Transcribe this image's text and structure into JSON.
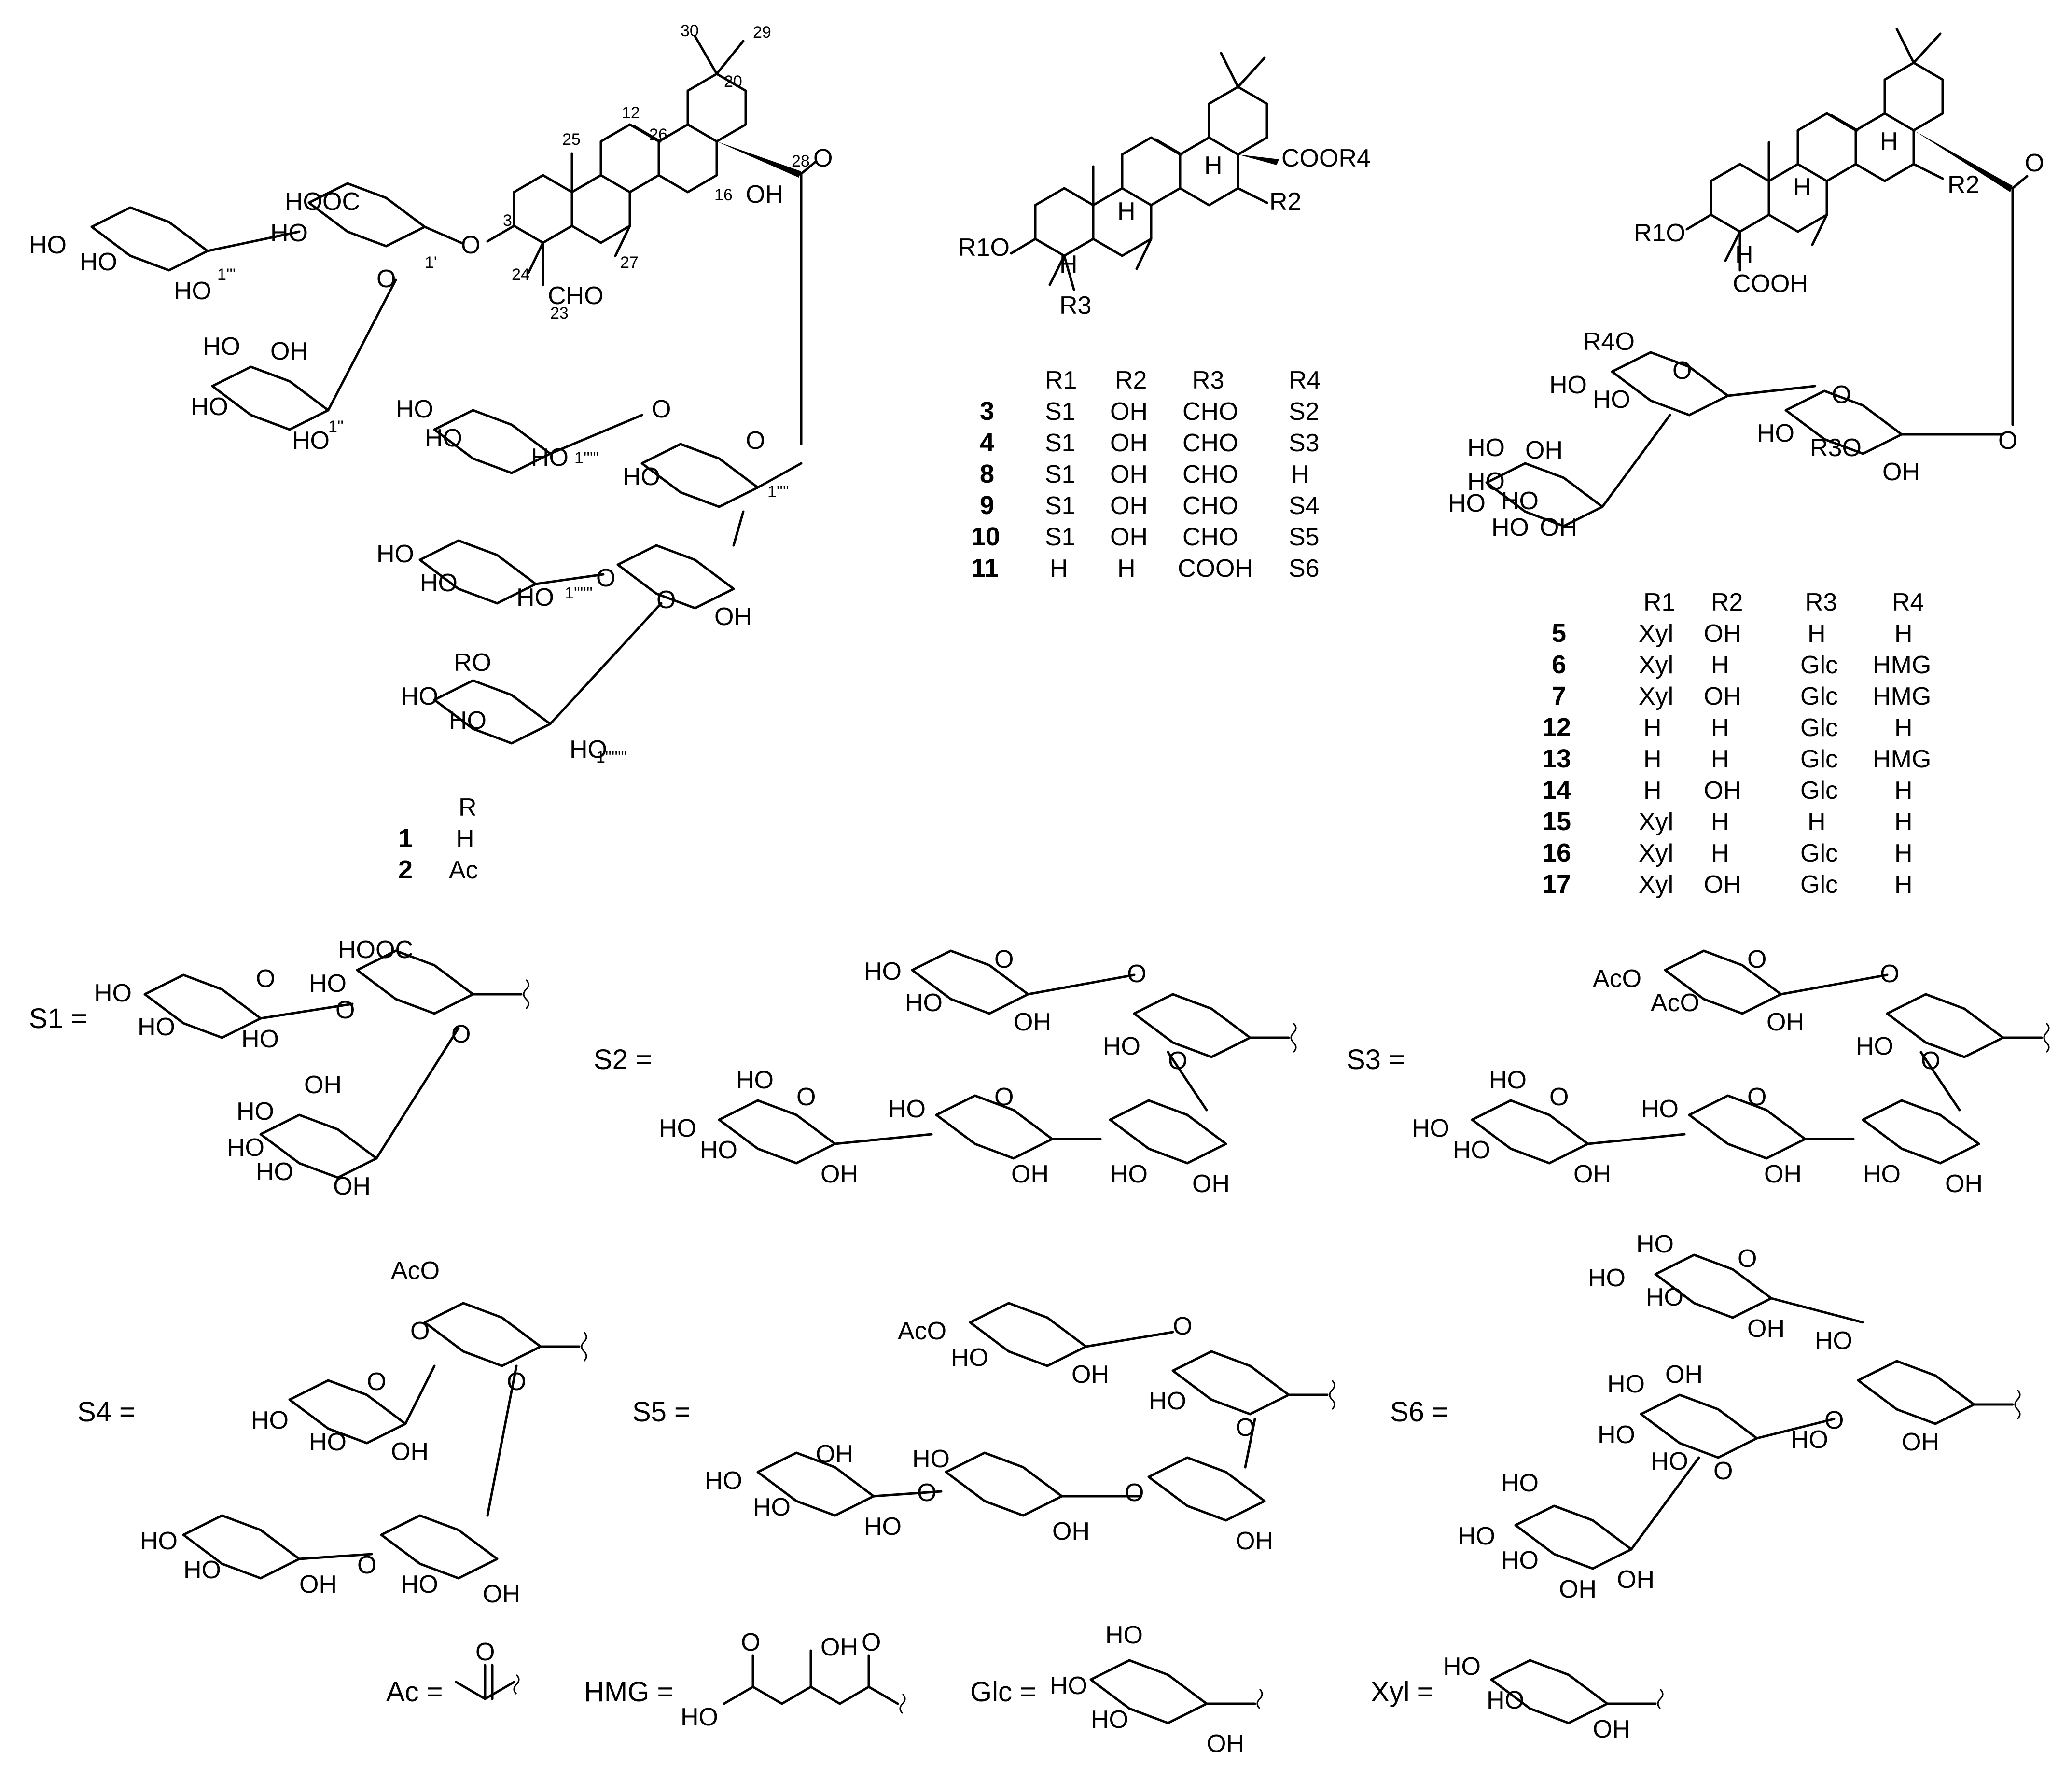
{
  "figure": {
    "compound1": {
      "atom_labels": [
        "HO",
        "HO",
        "HO",
        "HOOC",
        "HO",
        "O",
        "O",
        "HO",
        "OH",
        "HO",
        "HO",
        "CHO",
        "OH",
        "O",
        "HO",
        "HO",
        "HO",
        "HO",
        "O",
        "O",
        "HO",
        "HO",
        "O",
        "HO",
        "OH",
        "RO",
        "HO",
        "HO",
        "HO",
        "O"
      ],
      "positions": [
        "3",
        "12",
        "16",
        "20",
        "23",
        "24",
        "25",
        "26",
        "27",
        "28",
        "29",
        "30",
        "1'",
        "1''",
        "1'''",
        "1''''",
        "1'''''",
        "1''''''",
        "1'''''''"
      ]
    },
    "table_R": {
      "header": [
        "R"
      ],
      "rows": [
        {
          "id": "1",
          "R": "H"
        },
        {
          "id": "2",
          "R": "Ac"
        }
      ]
    },
    "core2": {
      "atom_labels": [
        "COOR4",
        "R2",
        "R1O",
        "R3",
        "H",
        "H",
        "H"
      ]
    },
    "table_mid": {
      "header": [
        "R1",
        "R2",
        "R3",
        "R4"
      ],
      "rows": [
        {
          "id": "3",
          "R1": "S1",
          "R2": "OH",
          "R3": "CHO",
          "R4": "S2"
        },
        {
          "id": "4",
          "R1": "S1",
          "R2": "OH",
          "R3": "CHO",
          "R4": "S3"
        },
        {
          "id": "8",
          "R1": "S1",
          "R2": "OH",
          "R3": "CHO",
          "R4": "H"
        },
        {
          "id": "9",
          "R1": "S1",
          "R2": "OH",
          "R3": "CHO",
          "R4": "S4"
        },
        {
          "id": "10",
          "R1": "S1",
          "R2": "OH",
          "R3": "CHO",
          "R4": "S5"
        },
        {
          "id": "11",
          "R1": "H",
          "R2": "H",
          "R3": "COOH",
          "R4": "S6"
        }
      ]
    },
    "core3": {
      "atom_labels": [
        "R1O",
        "R2",
        "COOH",
        "H",
        "H",
        "H",
        "O",
        "R4O",
        "HO",
        "HO",
        "O",
        "HO",
        "OH",
        "HO",
        "HO",
        "R3O",
        "O",
        "OH",
        "O",
        "HO",
        "HO",
        "HO",
        "OH"
      ]
    },
    "table_right": {
      "header": [
        "R1",
        "R2",
        "R3",
        "R4"
      ],
      "rows": [
        {
          "id": "5",
          "R1": "Xyl",
          "R2": "OH",
          "R3": "H",
          "R4": "H"
        },
        {
          "id": "6",
          "R1": "Xyl",
          "R2": "H",
          "R3": "Glc",
          "R4": "HMG"
        },
        {
          "id": "7",
          "R1": "Xyl",
          "R2": "OH",
          "R3": "Glc",
          "R4": "HMG"
        },
        {
          "id": "12",
          "R1": "H",
          "R2": "H",
          "R3": "Glc",
          "R4": "H"
        },
        {
          "id": "13",
          "R1": "H",
          "R2": "H",
          "R3": "Glc",
          "R4": "HMG"
        },
        {
          "id": "14",
          "R1": "H",
          "R2": "OH",
          "R3": "Glc",
          "R4": "H"
        },
        {
          "id": "15",
          "R1": "Xyl",
          "R2": "H",
          "R3": "H",
          "R4": "H"
        },
        {
          "id": "16",
          "R1": "Xyl",
          "R2": "H",
          "R3": "Glc",
          "R4": "H"
        },
        {
          "id": "17",
          "R1": "Xyl",
          "R2": "OH",
          "R3": "Glc",
          "R4": "H"
        }
      ]
    },
    "substituents": {
      "S1": {
        "label": "S1 =",
        "atom_labels": [
          "HOOC",
          "HO",
          "HO",
          "HO",
          "HO",
          "O",
          "O",
          "O",
          "HO",
          "OH",
          "HO",
          "HO",
          "OH"
        ]
      },
      "S2": {
        "label": "S2 =",
        "atom_labels": [
          "HO",
          "HO",
          "OH",
          "O",
          "O",
          "HO",
          "O",
          "HO",
          "HO",
          "HO",
          "HO",
          "OH",
          "O",
          "O",
          "OH",
          "HO",
          "OH"
        ]
      },
      "S3": {
        "label": "S3 =",
        "atom_labels": [
          "AcO",
          "AcO",
          "OH",
          "O",
          "O",
          "HO",
          "O",
          "HO",
          "HO",
          "HO",
          "HO",
          "OH",
          "O",
          "O",
          "OH",
          "HO",
          "OH"
        ]
      },
      "S4": {
        "label": "S4 =",
        "atom_labels": [
          "AcO",
          "O",
          "O",
          "HO",
          "HO",
          "OH",
          "O",
          "HO",
          "HO",
          "OH",
          "O",
          "HO",
          "OH"
        ]
      },
      "S5": {
        "label": "S5 =",
        "atom_labels": [
          "AcO",
          "HO",
          "OH",
          "O",
          "HO",
          "O",
          "HO",
          "HO",
          "O",
          "HO",
          "OH",
          "O",
          "OH",
          "HO",
          "OH"
        ]
      },
      "S6": {
        "label": "S6 =",
        "atom_labels": [
          "HO",
          "HO",
          "HO",
          "OH",
          "O",
          "HO",
          "HO",
          "OH",
          "HO",
          "O",
          "HO",
          "HO",
          "OH",
          "O",
          "OH",
          "HO",
          "HO",
          "HO",
          "OH"
        ]
      }
    },
    "legend": {
      "Ac": {
        "label": "Ac =",
        "atom_labels": [
          "O"
        ]
      },
      "HMG": {
        "label": "HMG =",
        "atom_labels": [
          "O",
          "OH",
          "O",
          "HO"
        ]
      },
      "Glc": {
        "label": "Glc =",
        "atom_labels": [
          "HO",
          "HO",
          "HO",
          "OH"
        ]
      },
      "Xyl": {
        "label": "Xyl =",
        "atom_labels": [
          "HO",
          "HO",
          "OH"
        ]
      }
    }
  }
}
